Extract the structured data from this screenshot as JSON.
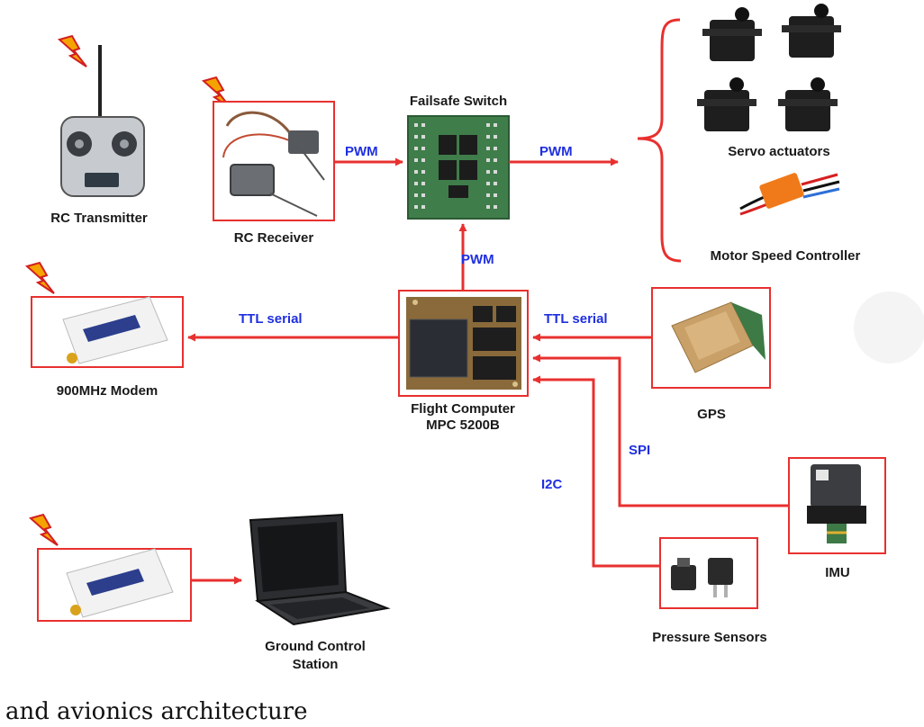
{
  "captions": {
    "rc_transmitter": "RC Transmitter",
    "rc_receiver": "RC Receiver",
    "failsafe_switch": "Failsafe Switch",
    "servo_actuators": "Servo actuators",
    "motor_speed_controller": "Motor Speed Controller",
    "modem": "900MHz Modem",
    "flight_computer_line1": "Flight Computer",
    "flight_computer_line2": "MPC 5200B",
    "gps": "GPS",
    "imu": "IMU",
    "pressure_sensors": "Pressure Sensors",
    "ground_station_line1": "Ground Control",
    "ground_station_line2": "Station"
  },
  "signals": {
    "pwm_receiver_switch": "PWM",
    "pwm_switch_servos": "PWM",
    "pwm_computer_switch": "PWM",
    "ttl_serial_modem": "TTL serial",
    "ttl_serial_gps": "TTL serial",
    "spi": "SPI",
    "i2c": "I2C"
  },
  "footer_text": "and avionics architecture",
  "colors": {
    "connector": "#e8302f",
    "signal_label": "#1f2fe0",
    "wireless_bolt": "#f5a300",
    "bolt_accent": "#d21f1f"
  }
}
